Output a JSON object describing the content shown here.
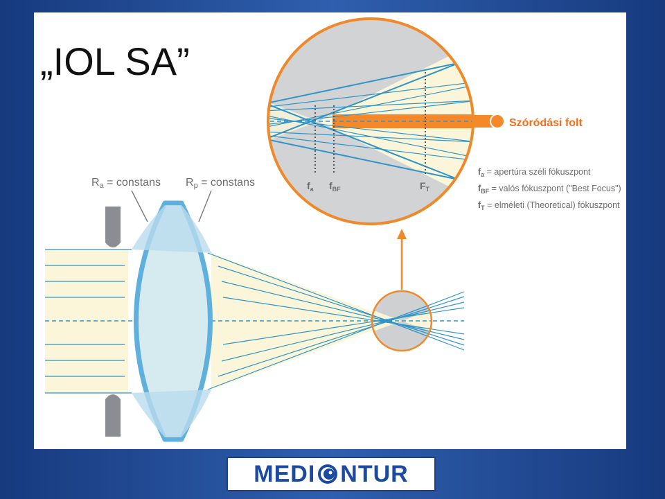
{
  "slide": {
    "title": "„IOL SA”"
  },
  "labels": {
    "ra_prefix": "R",
    "ra_sub": "a",
    "ra_suffix": " = constans",
    "rp_prefix": "R",
    "rp_sub": "p",
    "rp_suffix": " = constans",
    "fa": "f",
    "fa_sub": "a",
    "fbf": "f",
    "fbf_sub": "BF",
    "ft": "F",
    "ft_sub": "T",
    "scatter_label": "Szóródási folt"
  },
  "legend": {
    "items": [
      {
        "sym": "f",
        "sub": "a",
        "text": " = apertúra széli fókuszpont"
      },
      {
        "sym": "f",
        "sub": "BF",
        "text": " = valós fókuszpont (\"Best Focus\")"
      },
      {
        "sym": "f",
        "sub": "T",
        "text": " = elméleti (Theoretical) fókuszpont"
      }
    ]
  },
  "footer": {
    "logo_part1": "MEDI",
    "logo_part2": "NTUR"
  },
  "colors": {
    "lens_edge": "#5fb0dd",
    "lens_fill": "#d6ebef",
    "ray": "#2f95c8",
    "beam_fill": "#fbf6d9",
    "circle": "#ef8a2c",
    "pupil": "#8a8d91",
    "logo_blue": "#1c4aa0"
  }
}
